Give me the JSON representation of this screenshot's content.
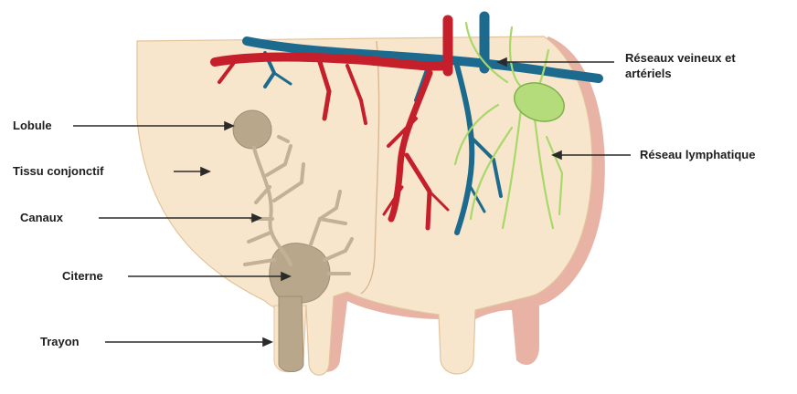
{
  "labels": {
    "lobule": "Lobule",
    "tissu": "Tissu conjonctif",
    "canaux": "Canaux",
    "citerne": "Citerne",
    "trayon": "Trayon",
    "reseaux_line1": "Réseaux veineux et",
    "reseaux_line2": "artériels",
    "lymph": "Réseau lymphatique"
  },
  "colors": {
    "tissue": "#f8e6cc",
    "tissue_edge": "#e2c39c",
    "skin_rim": "#e8b3a4",
    "artery": "#c41f2b",
    "vein": "#1c6a8e",
    "lymph": "#a8d86a",
    "gland": "#b9a78c",
    "arrow": "#2a2a2a"
  }
}
